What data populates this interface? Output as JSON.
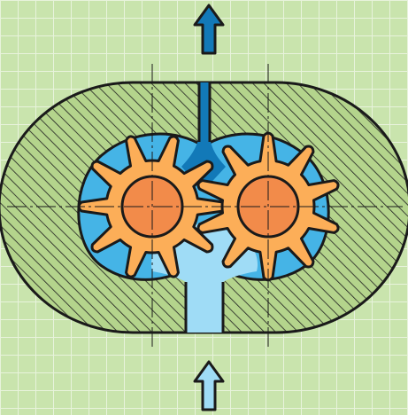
{
  "diagram": {
    "colors": {
      "background": "#c9e4ad",
      "grid": "#e8f3dc",
      "housing_fill": "#b4d48c",
      "hatch": "#1e1e1e",
      "outline": "#1a1a1a",
      "outlet_fluid": "#1279b8",
      "inlet_fluid": "#9fdcf6",
      "chamber_fluid": "#45b4e6",
      "gear": "#fcae58",
      "gear_hub": "#f28b4a",
      "center_line": "#1a1a1a"
    },
    "arrows": [
      {
        "id": "outlet-arrow",
        "direction": "up",
        "color": "#1279b8"
      },
      {
        "id": "inlet-arrow",
        "direction": "up",
        "color": "#9fdcf6"
      }
    ],
    "gears": [
      {
        "id": "left-gear",
        "teeth": 10
      },
      {
        "id": "right-gear",
        "teeth": 10
      }
    ]
  }
}
